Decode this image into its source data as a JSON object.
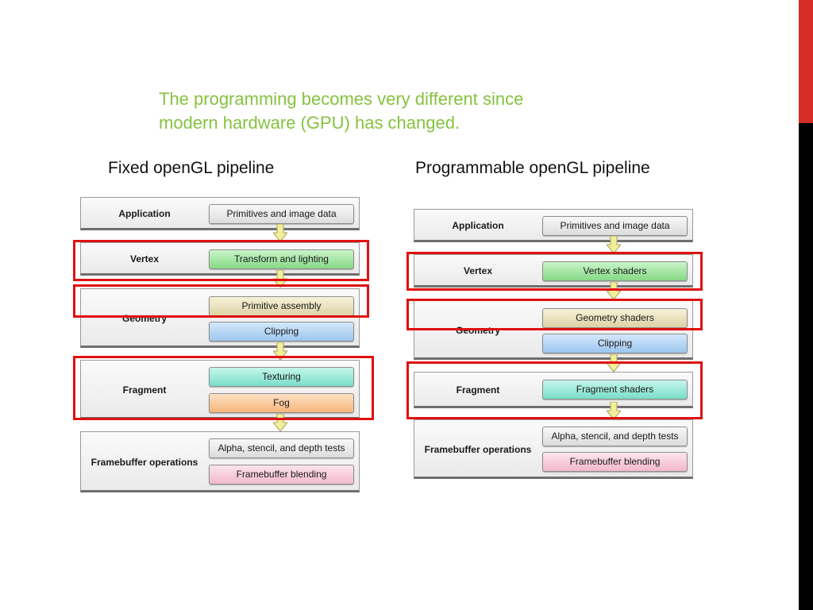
{
  "intro": {
    "line1": "The programming becomes very different since",
    "line2": "modern hardware (GPU) has changed."
  },
  "fixed": {
    "title": "Fixed openGL pipeline",
    "stages": {
      "application": {
        "label": "Application",
        "boxes": [
          "Primitives and image data"
        ]
      },
      "vertex": {
        "label": "Vertex",
        "boxes": [
          "Transform and lighting"
        ]
      },
      "geometry": {
        "label": "Geometry",
        "boxes": [
          "Primitive assembly",
          "Clipping"
        ]
      },
      "fragment": {
        "label": "Fragment",
        "boxes": [
          "Texturing",
          "Fog"
        ]
      },
      "framebuffer": {
        "label": "Framebuffer operations",
        "boxes": [
          "Alpha, stencil, and depth tests",
          "Framebuffer blending"
        ]
      }
    }
  },
  "programmable": {
    "title": "Programmable openGL pipeline",
    "stages": {
      "application": {
        "label": "Application",
        "boxes": [
          "Primitives and image data"
        ]
      },
      "vertex": {
        "label": "Vertex",
        "boxes": [
          "Vertex shaders"
        ]
      },
      "geometry": {
        "label": "Geometry",
        "boxes": [
          "Geometry shaders",
          "Clipping"
        ]
      },
      "fragment": {
        "label": "Fragment",
        "boxes": [
          "Fragment shaders"
        ]
      },
      "framebuffer": {
        "label": "Framebuffer operations",
        "boxes": [
          "Alpha, stencil, and depth tests",
          "Framebuffer blending"
        ]
      }
    }
  },
  "colors": {
    "accent_green_text": "#86c240",
    "highlight_red": "#e01010",
    "side_bar_red": "#d42e26",
    "side_bar_black": "#000000",
    "arrow_yellow": "#f2ee9a"
  }
}
